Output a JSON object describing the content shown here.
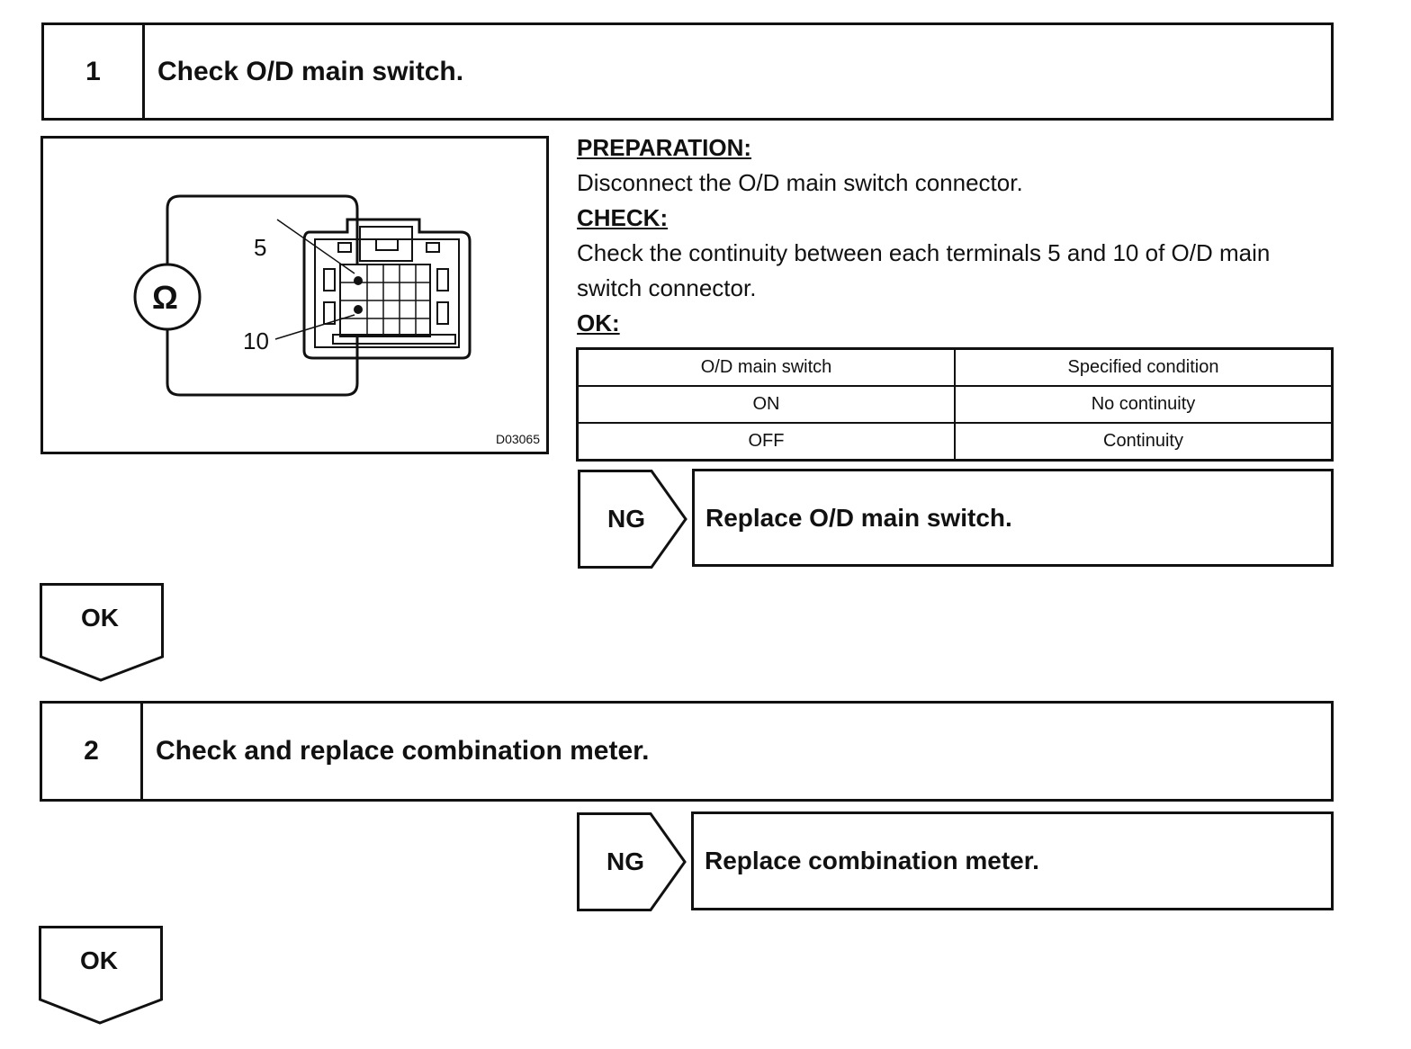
{
  "step1": {
    "number": "1",
    "title": "Check O/D main switch."
  },
  "figure": {
    "meter_symbol": "Ω",
    "terminal_a": "5",
    "terminal_b": "10",
    "code": "D03065"
  },
  "instructions": {
    "preparation_heading": "PREPARATION:",
    "preparation_text": "Disconnect the O/D main switch connector.",
    "check_heading": "CHECK:",
    "check_text": "Check the continuity between each terminals 5 and 10 of O/D main switch connector.",
    "ok_heading": "OK:"
  },
  "spec_table": {
    "headers": [
      "O/D main switch",
      "Specified condition"
    ],
    "rows": [
      [
        "ON",
        "No continuity"
      ],
      [
        "OFF",
        "Continuity"
      ]
    ]
  },
  "ng1": {
    "tag": "NG",
    "action": "Replace O/D main switch."
  },
  "ok1": {
    "tag": "OK"
  },
  "step2": {
    "number": "2",
    "title": "Check and replace combination meter."
  },
  "ng2": {
    "tag": "NG",
    "action": "Replace combination meter."
  },
  "ok2": {
    "tag": "OK"
  }
}
